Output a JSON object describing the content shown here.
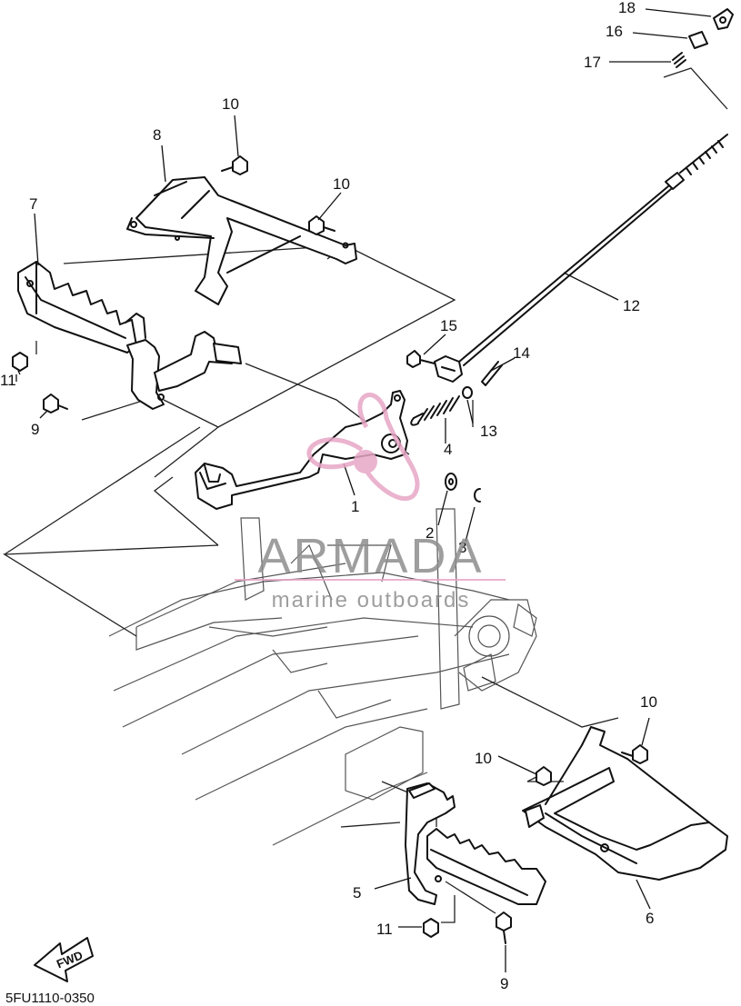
{
  "diagram": {
    "callouts": {
      "c1": "1",
      "c2": "2",
      "c3": "3",
      "c4": "4",
      "c5": "5",
      "c6": "6",
      "c7": "7",
      "c8": "8",
      "c9": "9",
      "c10": "10",
      "c11": "11",
      "c12": "12",
      "c13": "13",
      "c14": "14",
      "c15": "15",
      "c16": "16",
      "c17": "17",
      "c18": "18"
    },
    "watermark": {
      "brand": "ARMADA",
      "tagline": "marine outboards",
      "color": "#e7a6c6"
    },
    "fwd_label": "FWD",
    "drawing_code": "5FU1110-0350"
  }
}
